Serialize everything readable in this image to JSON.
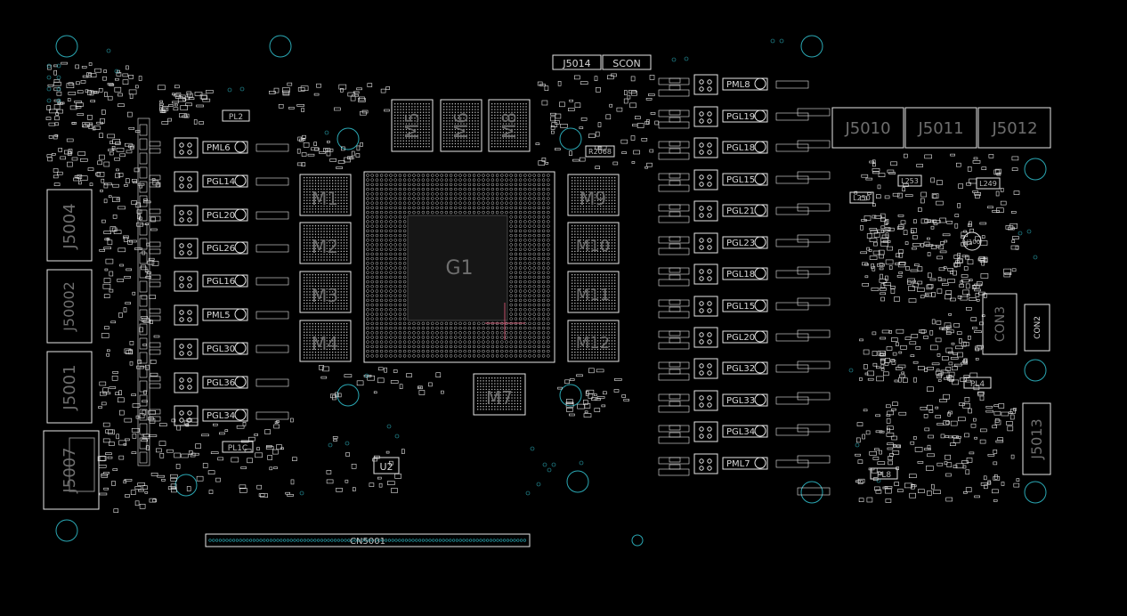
{
  "board": {
    "colors": {
      "background": "#000000",
      "outline": "#e6e6e6",
      "via": "#2aa7b3",
      "label_dim": "#6e6e6e",
      "cross": "#c0506a"
    },
    "gpu_label": "G1",
    "memory_labels": [
      "M1",
      "M2",
      "M3",
      "M4",
      "M5",
      "M6",
      "M8",
      "M7",
      "M9",
      "M10",
      "M11",
      "M12"
    ],
    "connectors": {
      "left_ports": [
        "J5004",
        "J50002",
        "J5001",
        "J5007"
      ],
      "top_right": [
        "J5010",
        "J5011",
        "J5012"
      ],
      "right_bottom": "J5013",
      "top_small": [
        "J5014",
        "SCON"
      ],
      "con2": "CON2",
      "pcie": "CN5001",
      "side_vertical": "CON3"
    },
    "left_phase_labels": [
      "PML6",
      "PGL14",
      "PGL20",
      "PGL26",
      "PGL16",
      "PML5",
      "PGL30",
      "PGL36",
      "PGL34"
    ],
    "right_phase_labels": [
      "PML8",
      "PGL19",
      "PGL18",
      "PGL15",
      "PGL21",
      "PGL23",
      "PGL18",
      "PGL15",
      "PGL20",
      "PGL32",
      "PGL33",
      "PGL34",
      "PML7"
    ],
    "misc_labels": [
      "PL2",
      "PL1C",
      "PL4",
      "PL8",
      "U2",
      "L250",
      "L253",
      "L249",
      "U100",
      "R2068"
    ]
  }
}
